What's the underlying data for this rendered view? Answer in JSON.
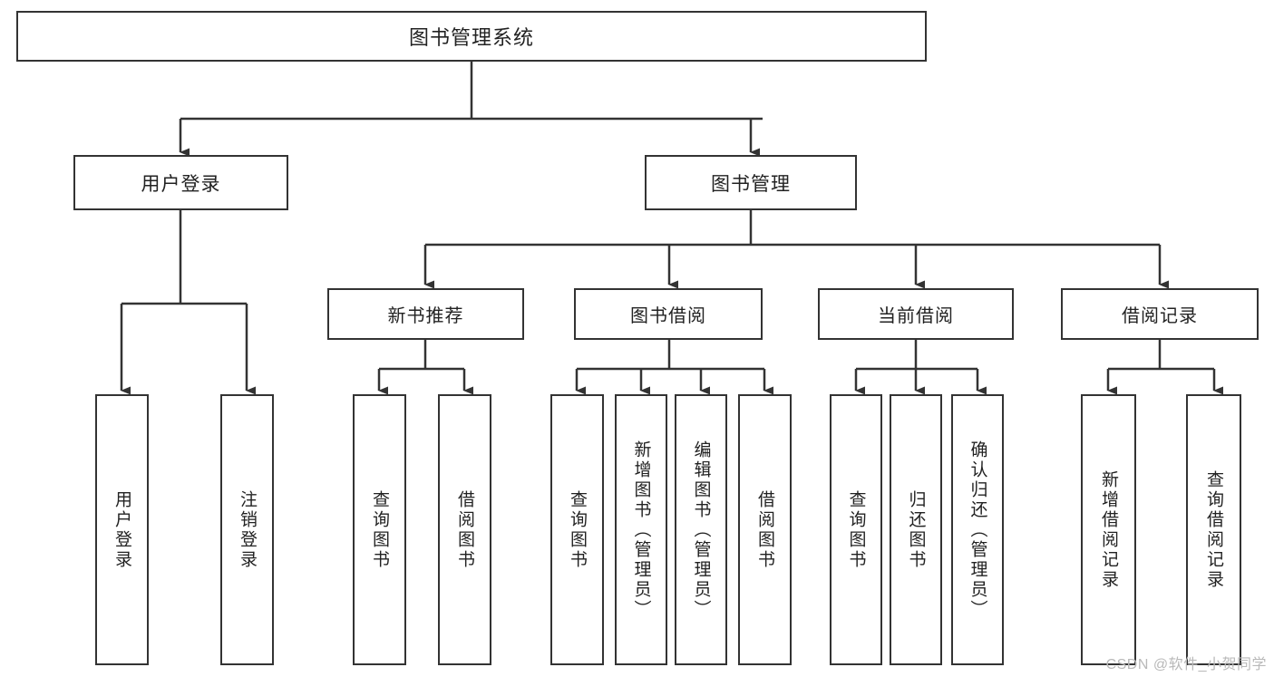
{
  "diagram": {
    "title": "图书管理系统",
    "type": "tree",
    "watermark": "CSDN @软件_小贺同学",
    "colors": {
      "stroke": "#333333",
      "fill": "#ffffff",
      "text": "#222222",
      "watermark": "#b9b9b9"
    },
    "root": {
      "id": "root",
      "label": "图书管理系统"
    },
    "level1": [
      {
        "id": "user-login",
        "label": "用户登录"
      },
      {
        "id": "book-manage",
        "label": "图书管理"
      }
    ],
    "level2": [
      {
        "id": "new-book-recommend",
        "label": "新书推荐",
        "parent": "book-manage"
      },
      {
        "id": "book-borrow",
        "label": "图书借阅",
        "parent": "book-manage"
      },
      {
        "id": "current-borrow",
        "label": "当前借阅",
        "parent": "book-manage"
      },
      {
        "id": "borrow-record",
        "label": "借阅记录",
        "parent": "book-manage"
      }
    ],
    "leaves": [
      {
        "id": "leaf-user-login",
        "label": "用户登录",
        "parent": "user-login"
      },
      {
        "id": "leaf-user-logout",
        "label": "注销登录",
        "parent": "user-login"
      },
      {
        "id": "leaf-query-book-1",
        "label": "查询图书",
        "parent": "new-book-recommend"
      },
      {
        "id": "leaf-borrow-book-1",
        "label": "借阅图书",
        "parent": "new-book-recommend"
      },
      {
        "id": "leaf-query-book-2",
        "label": "查询图书",
        "parent": "book-borrow"
      },
      {
        "id": "leaf-add-book",
        "label": "新增图书（管理员）",
        "parent": "book-borrow"
      },
      {
        "id": "leaf-edit-book",
        "label": "编辑图书（管理员）",
        "parent": "book-borrow"
      },
      {
        "id": "leaf-borrow-book-2",
        "label": "借阅图书",
        "parent": "book-borrow"
      },
      {
        "id": "leaf-query-book-3",
        "label": "查询图书",
        "parent": "current-borrow"
      },
      {
        "id": "leaf-return-book",
        "label": "归还图书",
        "parent": "current-borrow"
      },
      {
        "id": "leaf-confirm-return",
        "label": "确认归还（管理员）",
        "parent": "current-borrow"
      },
      {
        "id": "leaf-add-record",
        "label": "新增借阅记录",
        "parent": "borrow-record"
      },
      {
        "id": "leaf-query-record",
        "label": "查询借阅记录",
        "parent": "borrow-record"
      }
    ]
  }
}
